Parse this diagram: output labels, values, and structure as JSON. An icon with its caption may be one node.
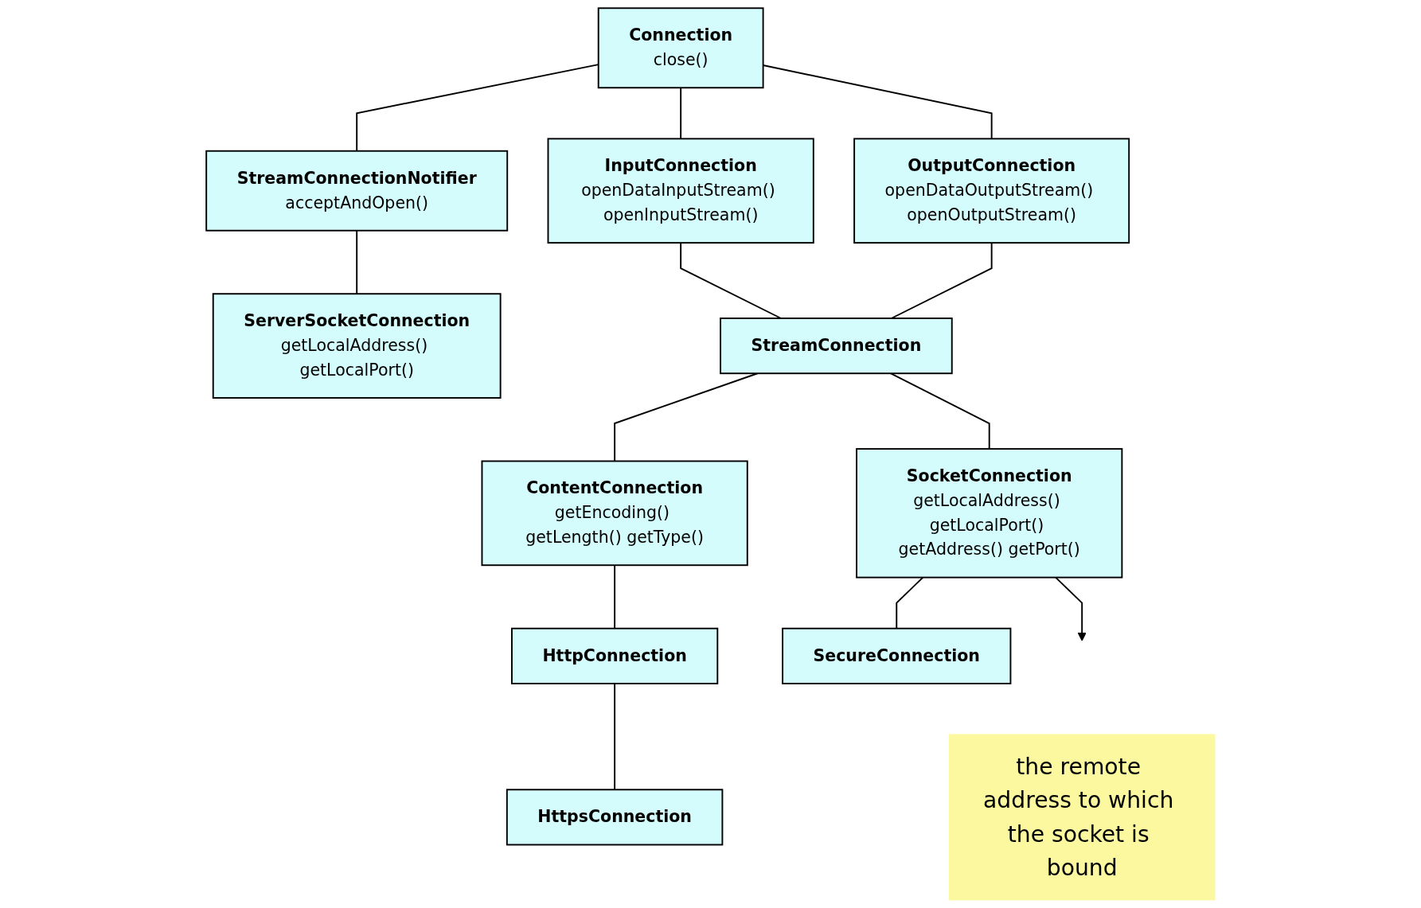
{
  "diagram": {
    "nodes": [
      {
        "text": [
          "Connection",
          "close()"
        ]
      },
      {
        "text": [
          "InputConnection",
          "openDataInputStream() openInputStream()"
        ]
      },
      {
        "text": [
          "OutputConnection",
          "openDataOutputStream() openOutputStream()"
        ]
      },
      {
        "text": [
          "StreamConnectionNotifier",
          "acceptAndOpen()"
        ]
      },
      {
        "text": [
          "ServerSocketConnection",
          "getLocalAddress() getLocalPort()"
        ]
      },
      {
        "text": [
          "StreamConnection"
        ]
      },
      {
        "text": [
          "ContentConnection",
          "getEncoding() getLength() getType()"
        ]
      },
      {
        "text": [
          "SocketConnection",
          "getLocalAddress() getLocalPort() getAddress() getPort()"
        ]
      },
      {
        "text": [
          "HttpConnection"
        ]
      },
      {
        "text": [
          "SecureConnection"
        ]
      },
      {
        "text": [
          "HttpsConnection"
        ]
      },
      {
        "text": [
          "the remote address to which the socket is bound"
        ]
      }
    ],
    "edges": [
      {
        "from": 0,
        "to": 1,
        "arrow": "none"
      },
      {
        "from": 0,
        "to": 2,
        "arrow": "none"
      },
      {
        "from": 0,
        "to": 3,
        "arrow": "none"
      },
      {
        "from": 3,
        "to": 4,
        "arrow": "none"
      },
      {
        "from": 1,
        "to": 5,
        "arrow": "none"
      },
      {
        "from": 2,
        "to": 5,
        "arrow": "none"
      },
      {
        "from": 5,
        "to": 6,
        "arrow": "none"
      },
      {
        "from": 5,
        "to": 7,
        "arrow": "none"
      },
      {
        "from": 6,
        "to": 8,
        "arrow": "none"
      },
      {
        "from": 8,
        "to": 10,
        "arrow": "none"
      },
      {
        "from": 7,
        "to": 9,
        "arrow": "none"
      },
      {
        "from": 7,
        "to": null,
        "arrow": "to"
      }
    ]
  }
}
